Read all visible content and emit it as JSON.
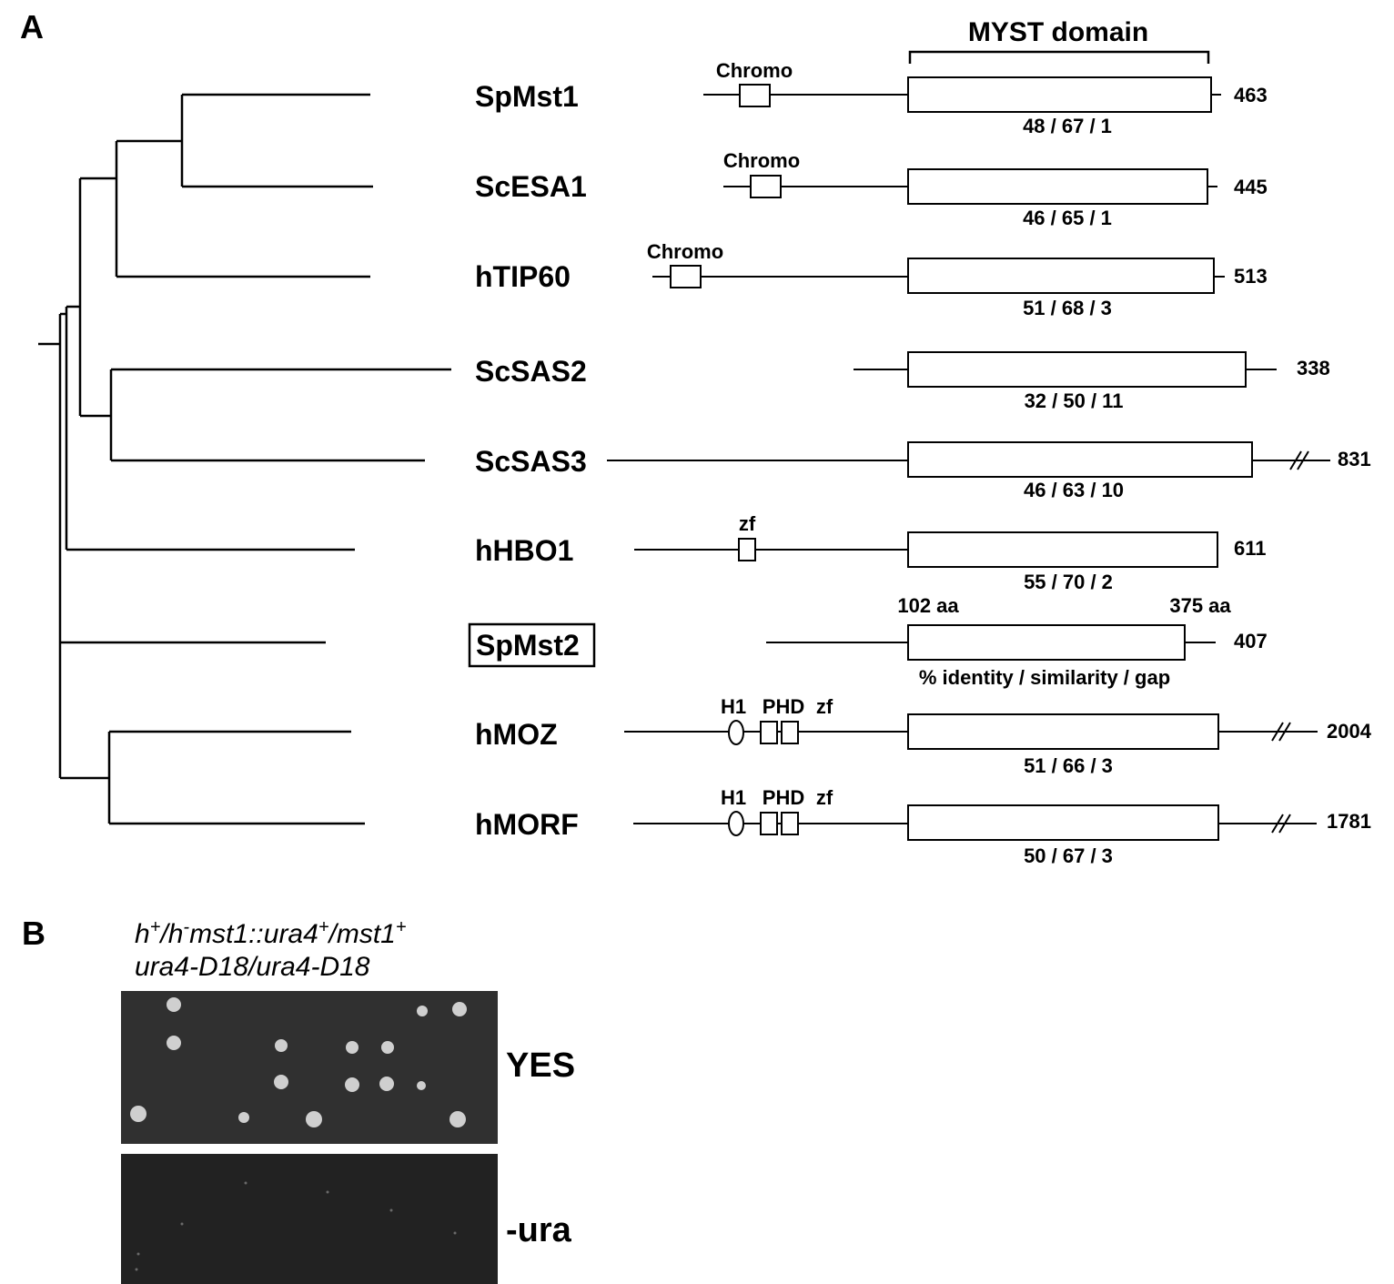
{
  "panel_a": {
    "letter": "A",
    "domain_title": "MYST domain",
    "region_start": "102 aa",
    "region_end": "375 aa",
    "legend": "% identity / similarity / gap",
    "proteins": [
      {
        "name": "SpMst1",
        "length": "463",
        "stats": "48 / 67 / 1",
        "domains": [
          "Chromo"
        ]
      },
      {
        "name": "ScESA1",
        "length": "445",
        "stats": "46 / 65 / 1",
        "domains": [
          "Chromo"
        ]
      },
      {
        "name": "hTIP60",
        "length": "513",
        "stats": "51 / 68 / 3",
        "domains": [
          "Chromo"
        ]
      },
      {
        "name": "ScSAS2",
        "length": "338",
        "stats": "32 / 50 / 11",
        "domains": []
      },
      {
        "name": "ScSAS3",
        "length": "831",
        "stats": "46 / 63 / 10",
        "domains": [],
        "truncated": true
      },
      {
        "name": "hHBO1",
        "length": "611",
        "stats": "55 / 70 / 2",
        "domains": [
          "zf"
        ]
      },
      {
        "name": "SpMst2",
        "length": "407",
        "stats": "",
        "domains": [],
        "highlighted": true
      },
      {
        "name": "hMOZ",
        "length": "2004",
        "stats": "51 / 66 / 3",
        "domains": [
          "H1",
          "PHD",
          "zf"
        ],
        "truncated": true
      },
      {
        "name": "hMORF",
        "length": "1781",
        "stats": "50 / 67 / 3",
        "domains": [
          "H1",
          "PHD",
          "zf"
        ],
        "truncated": true
      }
    ]
  },
  "panel_b": {
    "letter": "B",
    "genotype_line1_parts": [
      "h",
      "+",
      "/h",
      "-",
      "mst1::ura4",
      "+",
      "/mst1",
      "+"
    ],
    "genotype_line2": "ura4-D18/ura4-D18",
    "plates": [
      {
        "label": "YES",
        "shade": "#303030"
      },
      {
        "label": "-ura",
        "shade": "#222222"
      }
    ]
  }
}
